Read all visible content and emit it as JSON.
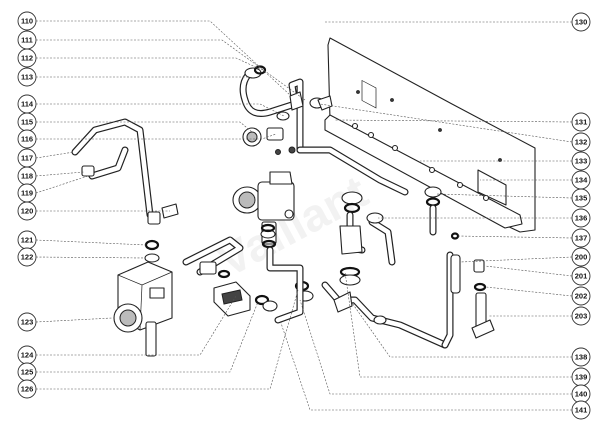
{
  "callouts_left": [
    "110",
    "111",
    "112",
    "113",
    "114",
    "115",
    "116",
    "117",
    "118",
    "119",
    "120",
    "121",
    "122",
    "123",
    "124",
    "125",
    "126"
  ],
  "callouts_right": [
    "130",
    "131",
    "132",
    "133",
    "134",
    "135",
    "136",
    "137",
    "200",
    "201",
    "202",
    "203",
    "138",
    "139",
    "140",
    "141"
  ],
  "watermark": "Vaillant"
}
